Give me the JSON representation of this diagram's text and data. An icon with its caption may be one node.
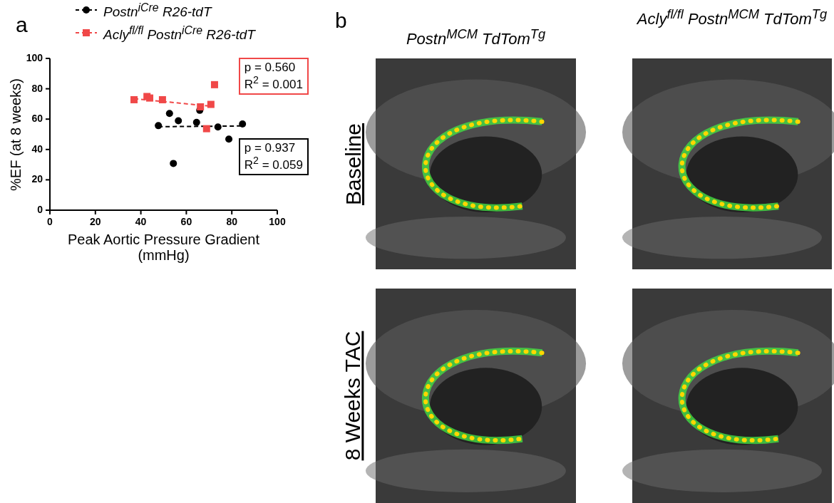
{
  "diagram": {
    "labels": [
      "a",
      "b",
      "Postn$^{MCM}$ TdTom$^{Tg}$",
      "Acly$^{fl/fl}$ Postn$^{MCM}$ TdTom$^{Tg}$",
      "Baseline",
      "8 Weeks TAC"
    ],
    "legend": [
      {
        "text": "Postn$^{iCre}$ R26-tdT"
      },
      {
        "text": "Acly$^{fl/fl}$ Postn$^{iCre}$ R26-tdT"
      }
    ],
    "chart_data": {
      "type": "scatter",
      "xlabel": "Peak Aortic Pressure Gradient (mmHg)",
      "ylabel": "%EF (at 8 weeks)",
      "xlim": [
        0,
        100
      ],
      "ylim": [
        0,
        100
      ],
      "xticks": [
        0,
        20,
        40,
        60,
        80,
        100
      ],
      "yticks": [
        0,
        20,
        40,
        60,
        80,
        100
      ],
      "x": [
        47.7,
        52.6,
        56.5,
        54.3,
        64.5,
        65.9,
        73.9,
        78.7,
        84.7,
        37,
        42.7,
        43.9,
        49.5,
        66.2,
        70.8,
        72.4,
        68.9
      ],
      "series": [
        {
          "color": "#000000",
          "marker": "circle",
          "values": [
            55.7,
            63.7,
            58.9,
            30.8,
            57.9,
            65.8,
            54.8,
            46.8,
            56.8,
            null,
            null,
            null,
            null,
            null,
            null,
            null,
            null
          ]
        },
        {
          "color": "#f04848",
          "marker": "square",
          "values": [
            null,
            null,
            null,
            null,
            null,
            null,
            null,
            null,
            null,
            72.8,
            74.9,
            73.9,
            72.8,
            68.1,
            69.7,
            82.7,
            53.7
          ]
        },
        {
          "type": "line",
          "line_style": "dashed",
          "color": "#f04848",
          "values": [
            null,
            null,
            null,
            null,
            null,
            null,
            null,
            null,
            null,
            73.5,
            null,
            null,
            null,
            null,
            68.5,
            null,
            null
          ]
        },
        {
          "type": "line",
          "line_style": "dashed",
          "color": "#000000",
          "values": [
            55,
            null,
            null,
            null,
            null,
            null,
            null,
            null,
            55.5,
            null,
            null,
            null,
            null,
            null,
            null,
            null,
            null
          ]
        }
      ],
      "annotations": [
        "p = 0.560",
        "R$^{2}$ = 0.001",
        "p = 0.937",
        "R$^{2}$ = 0.059"
      ]
    }
  }
}
